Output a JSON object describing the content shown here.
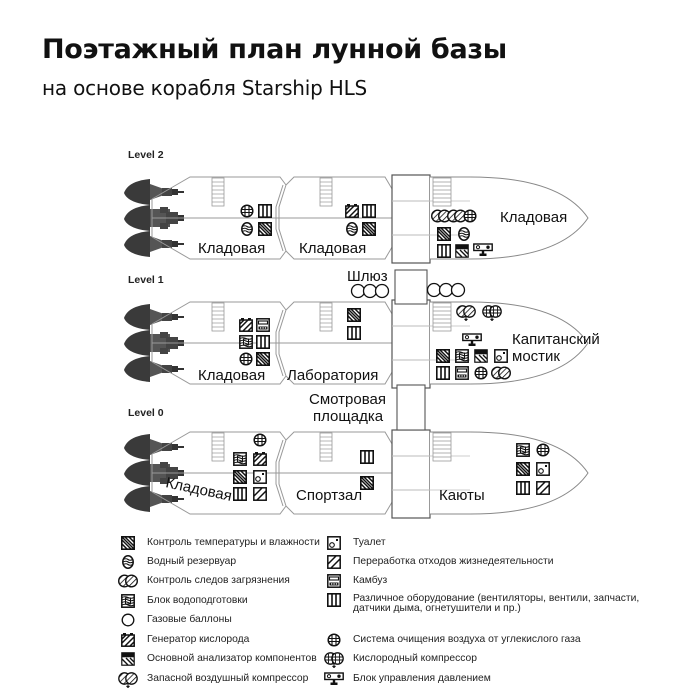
{
  "header": {
    "title": "Поэтажный план лунной базы",
    "subtitle": "на основе корабля Starship HLS"
  },
  "levels": [
    {
      "name": "Level 2",
      "rooms": [
        "Кладовая",
        "Кладовая",
        "Кладовая"
      ],
      "equipment": {
        "section1": [
          "co2-scrubber",
          "misc-equipment",
          "water-tank",
          "temp-humidity"
        ],
        "section2": [
          "oxygen-generator",
          "misc-equipment",
          "water-tank",
          "temp-humidity"
        ],
        "nose": [
          "contamination-control",
          "contamination-control",
          "co2-scrubber",
          "temp-humidity",
          "water-tank",
          "misc-equipment",
          "component-analyzer",
          "pressure-control"
        ]
      }
    },
    {
      "name": "Level 1",
      "rooms": [
        "Кладовая",
        "Лаборатория",
        "Капитанский мостик"
      ],
      "equipment": {
        "section1": [
          "oxygen-generator",
          "galley",
          "water-treatment",
          "misc-equipment",
          "co2-scrubber",
          "temp-humidity"
        ],
        "section2": [
          "temp-humidity",
          "misc-equipment"
        ],
        "nose": [
          "backup-air-compressor",
          "oxygen-compressor",
          "pressure-control",
          "temp-humidity",
          "water-treatment",
          "component-analyzer",
          "toilet",
          "misc-equipment",
          "galley",
          "co2-scrubber",
          "contamination-control"
        ]
      }
    },
    {
      "name": "Level 0",
      "rooms": [
        "Кладовая",
        "Спортзал",
        "Каюты"
      ],
      "equipment": {
        "section1": [
          "co2-scrubber",
          "water-treatment",
          "oxygen-generator",
          "temp-humidity",
          "toilet",
          "misc-equipment",
          "waste-processing"
        ],
        "section2": [
          "misc-equipment",
          "temp-humidity"
        ],
        "nose": [
          "water-treatment",
          "co2-scrubber",
          "temp-humidity",
          "toilet",
          "misc-equipment",
          "waste-processing"
        ]
      }
    }
  ],
  "connectors": {
    "airlock": "Шлюз",
    "observation_deck": "Смотровая площадка"
  },
  "legend": {
    "left": [
      {
        "icon": "temp-humidity",
        "label": "Контроль температуры и влажности"
      },
      {
        "icon": "water-tank",
        "label": "Водный резервуар"
      },
      {
        "icon": "contamination-control",
        "label": "Контроль следов загрязнения"
      },
      {
        "icon": "water-treatment",
        "label": "Блок водоподготовки"
      },
      {
        "icon": "gas-cylinders",
        "label": "Газовые баллоны"
      },
      {
        "icon": "oxygen-generator",
        "label": "Генератор кислорода"
      },
      {
        "icon": "component-analyzer",
        "label": "Основной анализатор компонентов"
      },
      {
        "icon": "backup-air-compressor",
        "label": "Запасной воздушный компрессор"
      }
    ],
    "right": [
      {
        "icon": "toilet",
        "label": "Туалет"
      },
      {
        "icon": "waste-processing",
        "label": "Переработка отходов жизнедеятельности"
      },
      {
        "icon": "galley",
        "label": "Камбуз"
      },
      {
        "icon": "misc-equipment",
        "label": "Различное оборудование (вентиляторы, вентили, запчасти,",
        "label2": "датчики дыма, огнетушители и пр.)"
      },
      {
        "icon": "co2-scrubber",
        "label": "Система очищения воздуха от углекислого газа"
      },
      {
        "icon": "oxygen-compressor",
        "label": "Кислородный компрессор"
      },
      {
        "icon": "pressure-control",
        "label": "Блок управления давлением"
      }
    ]
  }
}
